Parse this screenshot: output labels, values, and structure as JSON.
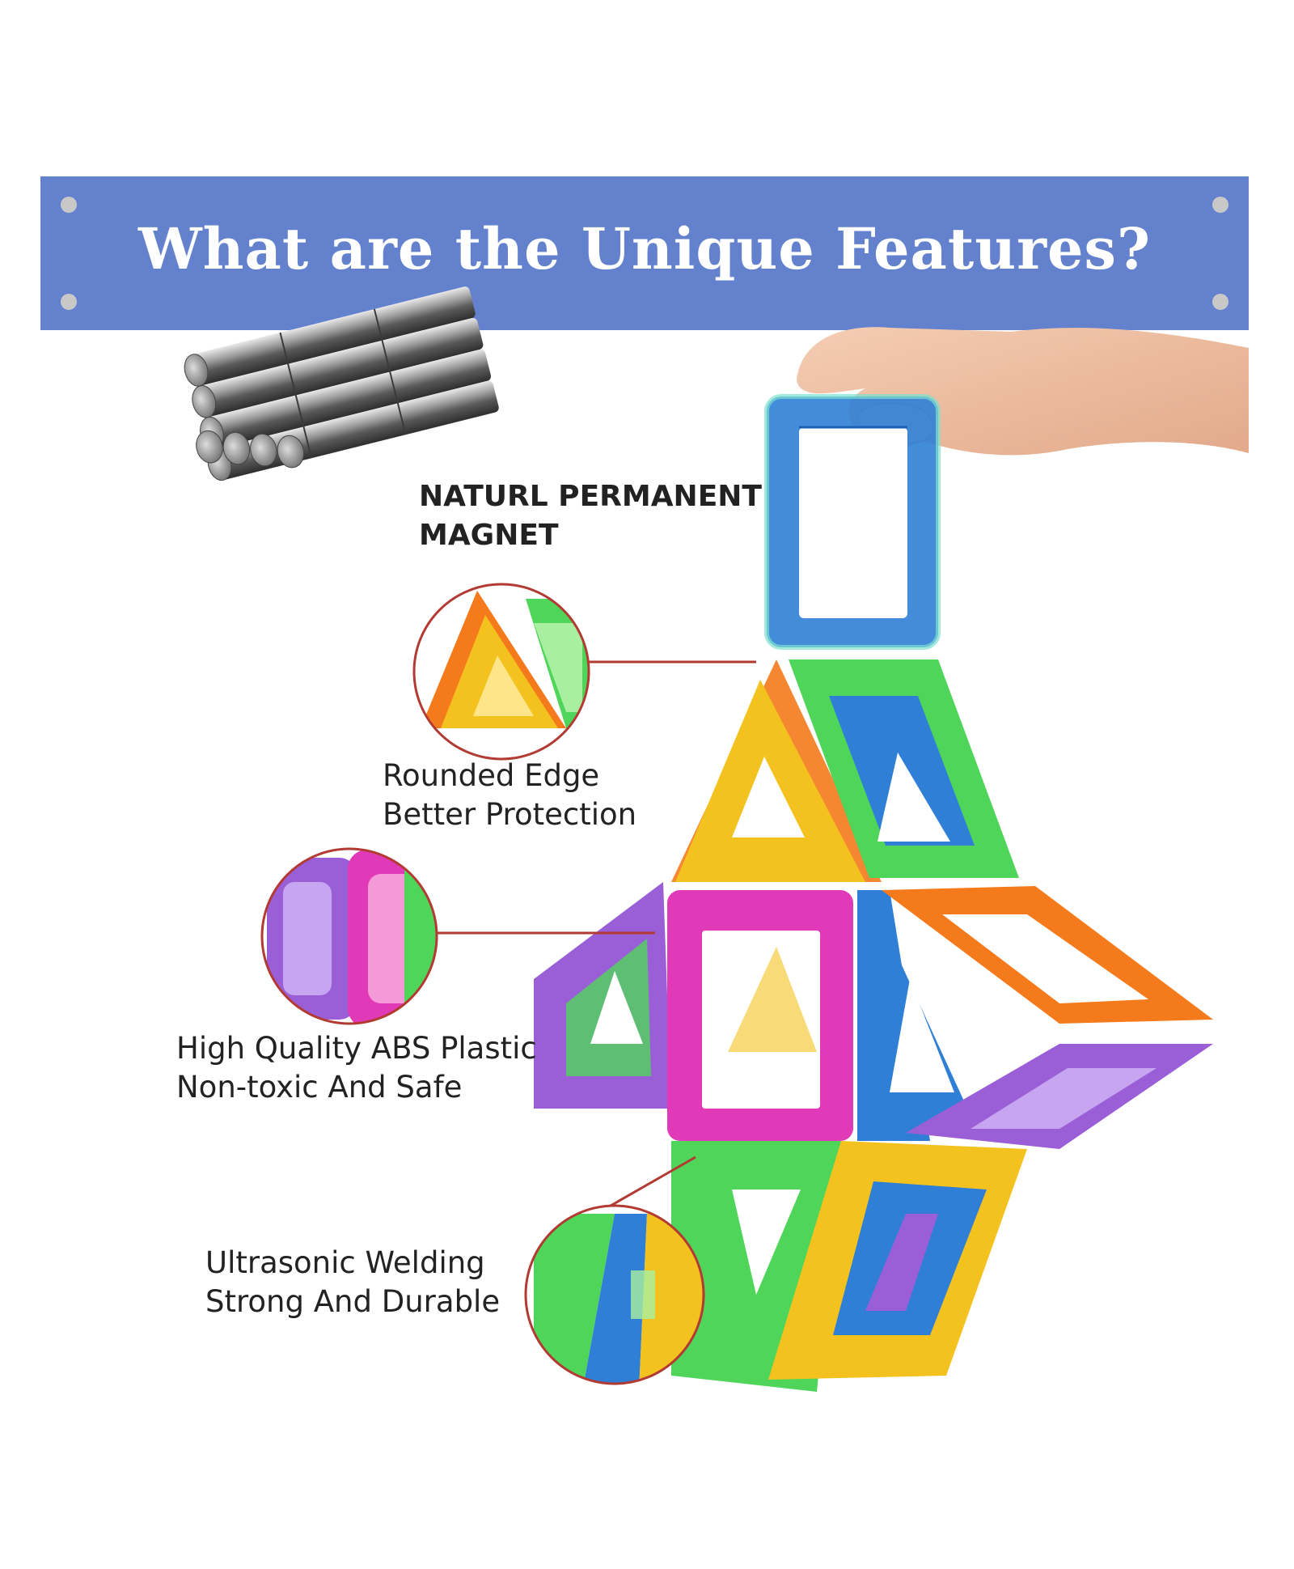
{
  "banner": {
    "title": "What are the Unique Features?",
    "background_color": "#6381cc"
  },
  "features": [
    {
      "line1": "NATURL PERMANENT",
      "line2": "MAGNET"
    },
    {
      "line1": "Rounded Edge",
      "line2": "Better Protection"
    },
    {
      "line1": "High Quality ABS Plastic",
      "line2": "Non-toxic And Safe"
    },
    {
      "line1": "Ultrasonic Welding",
      "line2": "Strong And Durable"
    }
  ],
  "colors": {
    "callout_line": "#b23a33",
    "tile_blue": "#2f7fd6",
    "tile_green": "#4fd65a",
    "tile_yellow": "#f4c21e",
    "tile_orange": "#f47a1c",
    "tile_pink": "#e03ab8",
    "tile_purple": "#9a5fd6"
  }
}
